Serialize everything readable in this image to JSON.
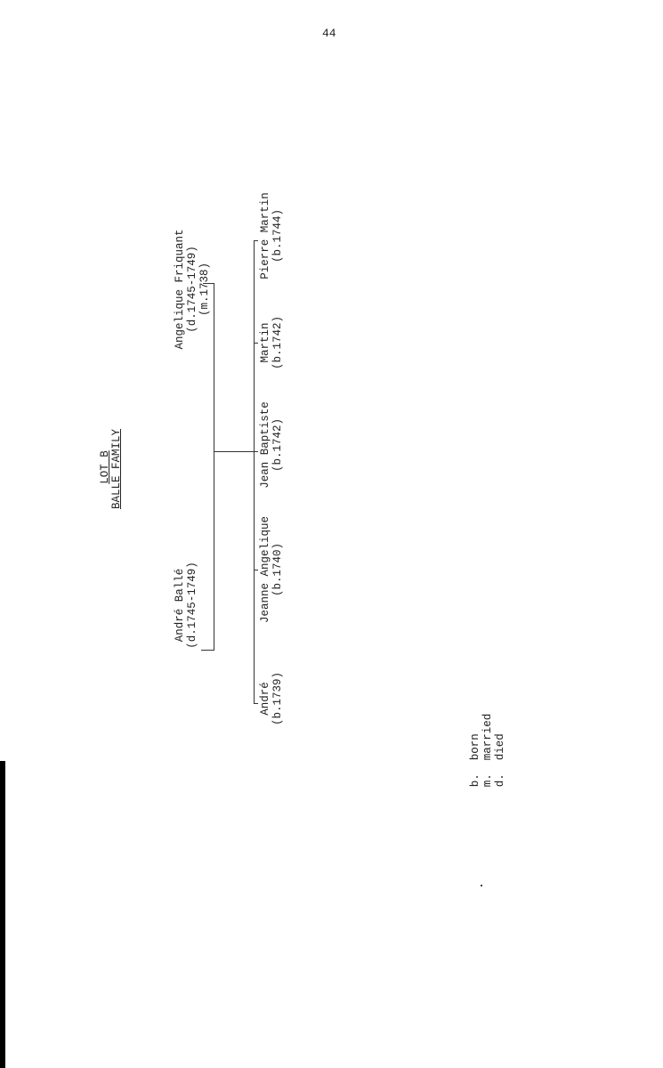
{
  "page_number": "44",
  "title": {
    "lot": "LOT B",
    "family": "BALLE FAMILY"
  },
  "parents": [
    {
      "name": "André Ballé",
      "dates": "(d.1745-1749)"
    },
    {
      "name": "Angelique Friquant",
      "dates": "(d.1745-1749)",
      "marriage": "(m.1738)"
    }
  ],
  "children": [
    {
      "name": "André",
      "dates": "(b.1739)"
    },
    {
      "name": "Jeanne Angelique",
      "dates": "(b.1740)"
    },
    {
      "name": "Jean Baptiste",
      "dates": "(b.1742)"
    },
    {
      "name": "Martin",
      "dates": "(b.1742)"
    },
    {
      "name": "Pierre Martin",
      "dates": "(b.1744)"
    }
  ],
  "legend": [
    {
      "abbr": "b.",
      "meaning": "born"
    },
    {
      "abbr": "m.",
      "meaning": "married"
    },
    {
      "abbr": "d.",
      "meaning": "died"
    }
  ]
}
